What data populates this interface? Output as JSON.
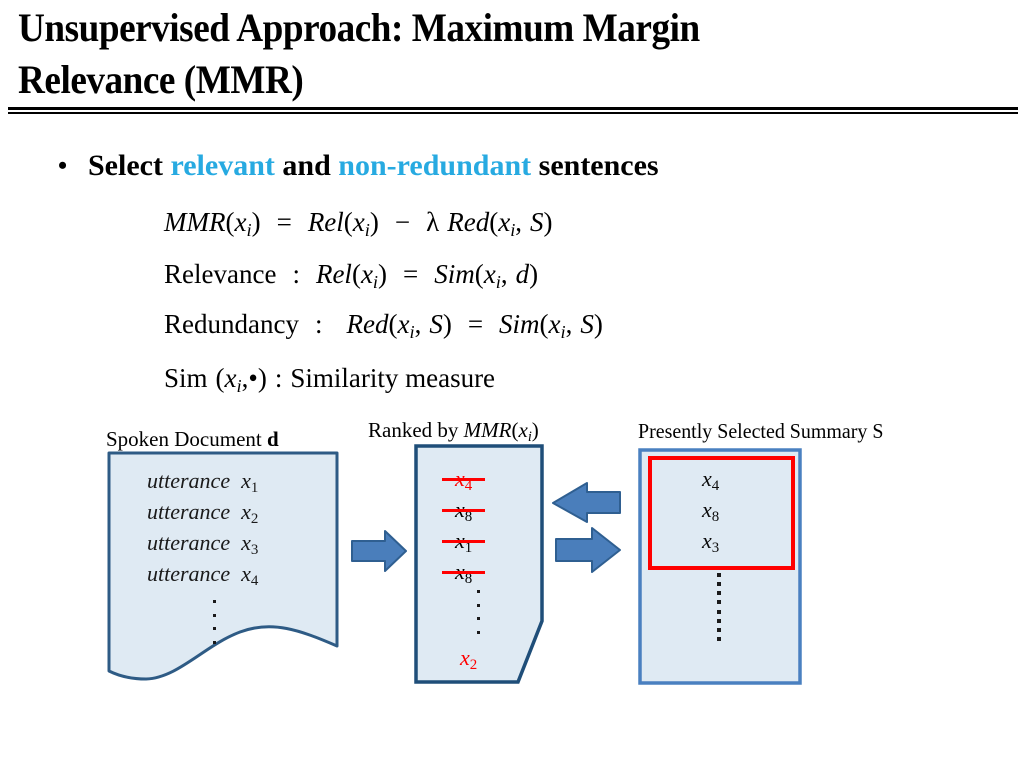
{
  "slide": {
    "title_lines": [
      "Unsupervised Approach: Maximum Margin",
      "Relevance (MMR)"
    ],
    "accent_color": "#27aae1",
    "red_color": "#ff0000",
    "box_fill": "#dfeaf3",
    "box_border": "#2e5b85",
    "arrow_fill": "#4a7ebb",
    "arrow_border": "#2f5f91"
  },
  "bullet": {
    "text_1": "Select",
    "keyword_1": "relevant",
    "text_2": "and",
    "keyword_2": "non-redundant",
    "text_3": "sentences"
  },
  "equations": {
    "mmr": {
      "lhs_fn": "MMR",
      "lhs_arg": "x",
      "lhs_sub": "i",
      "eq": "=",
      "rel_fn": "Rel",
      "rel_arg": "x",
      "rel_sub": "i",
      "minus": "−",
      "lambda": "λ",
      "red_fn": "Red",
      "red_arg1": "x",
      "red_sub1": "i",
      "red_arg2": "S"
    },
    "relevance": {
      "label": "Relevance",
      "colon": ":",
      "lhs_fn": "Rel",
      "lhs_arg": "x",
      "lhs_sub": "i",
      "eq": "=",
      "rhs_fn": "Sim",
      "rhs_arg1": "x",
      "rhs_sub1": "i",
      "rhs_arg2": "d"
    },
    "redundancy": {
      "label": "Redundancy",
      "colon": ":",
      "lhs_fn": "Red",
      "lhs_arg1": "x",
      "lhs_sub1": "i",
      "lhs_arg2": "S",
      "eq": "=",
      "rhs_fn": "Sim",
      "rhs_arg1": "x",
      "rhs_sub1": "i",
      "rhs_arg2": "S"
    },
    "sim": {
      "label": "Sim",
      "arg": "x",
      "sub": "i",
      "dot": "•",
      "colon": ":",
      "description": "Similarity measure"
    }
  },
  "diagram": {
    "document": {
      "label_text": "Spoken Document",
      "label_bold": "d",
      "lines": [
        {
          "word": "utterance",
          "var": "x",
          "sub": "1"
        },
        {
          "word": "utterance",
          "var": "x",
          "sub": "2"
        },
        {
          "word": "utterance",
          "var": "x",
          "sub": "3"
        },
        {
          "word": "utterance",
          "var": "x",
          "sub": "4"
        }
      ],
      "ellipsis": "vertical-dots"
    },
    "ranked": {
      "label_prefix": "Ranked by",
      "label_fn": "MMR",
      "label_arg": "x",
      "label_sub": "i",
      "items": [
        {
          "var": "x",
          "sub": "4",
          "struck": true,
          "color": "#ff0000"
        },
        {
          "var": "x",
          "sub": "8",
          "struck": true,
          "color": "#000000"
        },
        {
          "var": "x",
          "sub": "1",
          "struck": true,
          "color": "#000000"
        },
        {
          "var": "x",
          "sub": "8",
          "struck": true,
          "color": "#000000"
        }
      ],
      "ellipsis": "vertical-dots",
      "tail_var": "x",
      "tail_sub": "2"
    },
    "summary": {
      "label": "Presently Selected Summary S",
      "items": [
        {
          "var": "x",
          "sub": "4"
        },
        {
          "var": "x",
          "sub": "8"
        },
        {
          "var": "x",
          "sub": "3"
        }
      ],
      "ellipsis": "vertical-dots",
      "highlight_border_color": "#ff0000"
    },
    "arrows": [
      {
        "name": "arrow-doc-to-ranked",
        "direction": "right"
      },
      {
        "name": "arrow-summary-to-ranked",
        "direction": "left"
      },
      {
        "name": "arrow-ranked-to-summary",
        "direction": "right"
      }
    ]
  }
}
